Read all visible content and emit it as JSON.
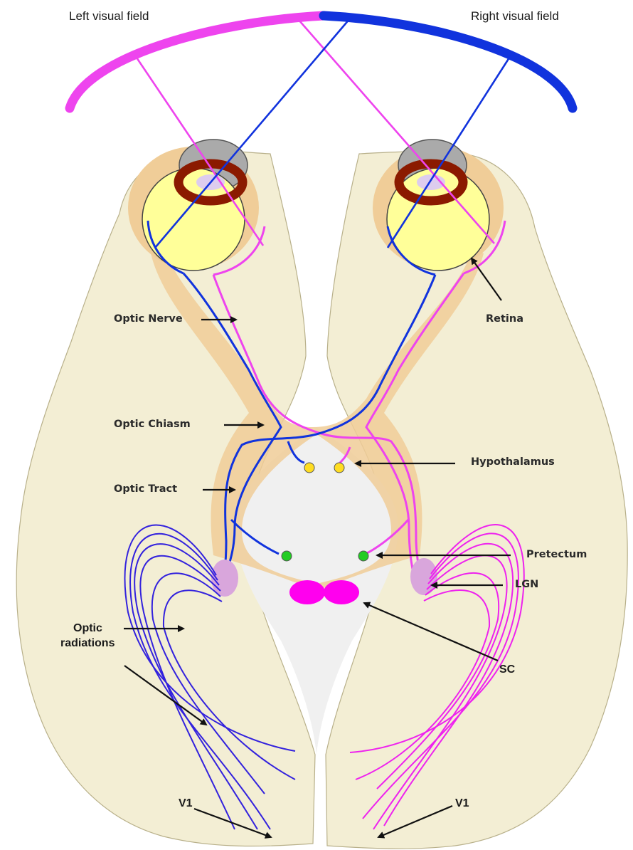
{
  "labels": {
    "left_visual_field": "Left visual field",
    "right_visual_field": "Right visual field",
    "optic_nerve": "Optic Nerve",
    "retina": "Retina",
    "optic_chiasm": "Optic Chiasm",
    "hypothalamus": "Hypothalamus",
    "optic_tract": "Optic Tract",
    "pretectum": "Pretectum",
    "lgn": "LGN",
    "optic_radiations_line1": "Optic",
    "optic_radiations_line2": "radiations",
    "sc": "SC",
    "v1_left": "V1",
    "v1_right": "V1"
  },
  "colors": {
    "left_field_magenta": "#ee44ee",
    "right_field_blue": "#1133dd",
    "brain_fill": "#f3eed4",
    "eye_yellow": "#ffff99",
    "iris_brown": "#8b1a00",
    "nucleus_yellow": "#ffdd22",
    "pretectum_green": "#22cc22",
    "lgn_pink": "#d9a6dc",
    "sc_magenta": "#ff00ee"
  }
}
